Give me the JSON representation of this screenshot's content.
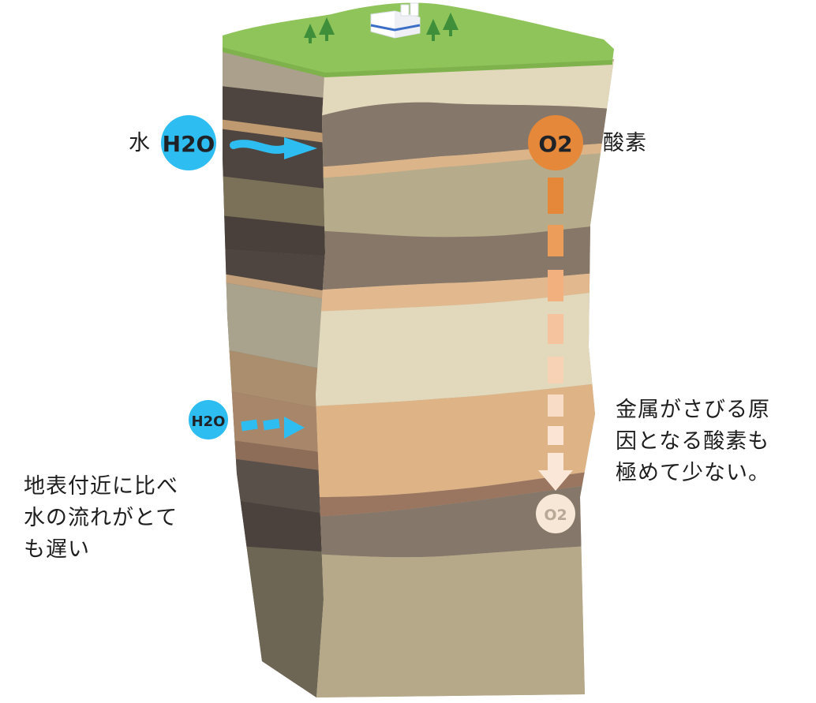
{
  "labels": {
    "water_top": "水",
    "h2o_top": "H2O",
    "h2o_mid": "H2O",
    "oxygen_top": "酸素",
    "o2_top": "O2",
    "o2_bottom": "O2",
    "right_text": [
      "金属がさびる原",
      "因となる酸素も",
      "極めて少ない。"
    ],
    "left_text": [
      "地表付近に比べ",
      "水の流れがとて",
      "も遅い"
    ]
  },
  "colors": {
    "water": "#2ebdf0",
    "oxygen": "#e5883a",
    "oxygen_fade": "#f7e7d6",
    "grass": "#8fc45a",
    "text": "#1e1e1e"
  }
}
